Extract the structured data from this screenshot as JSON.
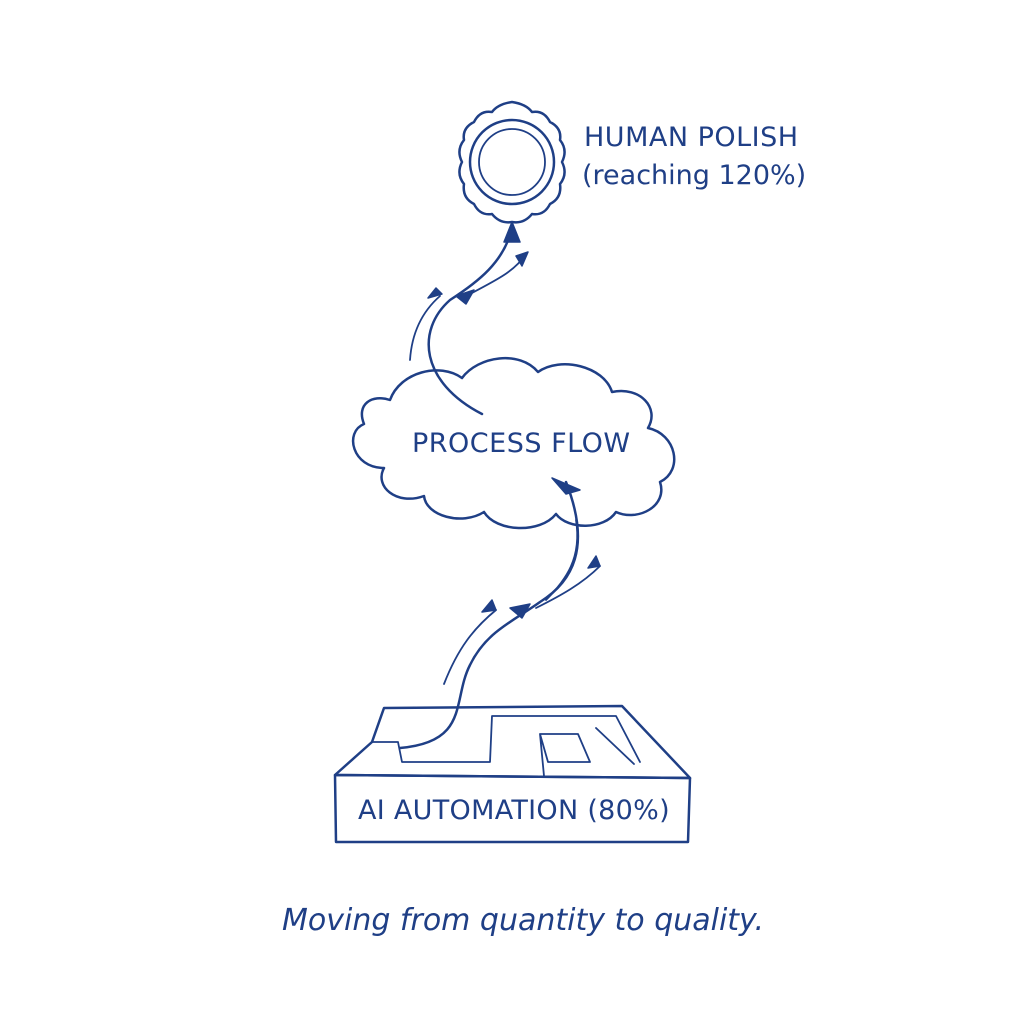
{
  "diagram": {
    "nodes": [
      {
        "id": "human-polish",
        "shape": "seal",
        "label": "HUMAN POLISH",
        "sublabel": "(reaching 120%)"
      },
      {
        "id": "process-flow",
        "shape": "cloud",
        "label": "PROCESS FLOW"
      },
      {
        "id": "ai-automation",
        "shape": "maze-block",
        "label": "AI AUTOMATION (80%)"
      }
    ],
    "edges": [
      {
        "from": "ai-automation",
        "to": "process-flow",
        "style": "curved-arrows"
      },
      {
        "from": "process-flow",
        "to": "human-polish",
        "style": "curved-arrows"
      }
    ],
    "caption": "Moving from quantity to quality."
  },
  "colors": {
    "ink": "#1f3f86",
    "background": "#ffffff"
  }
}
